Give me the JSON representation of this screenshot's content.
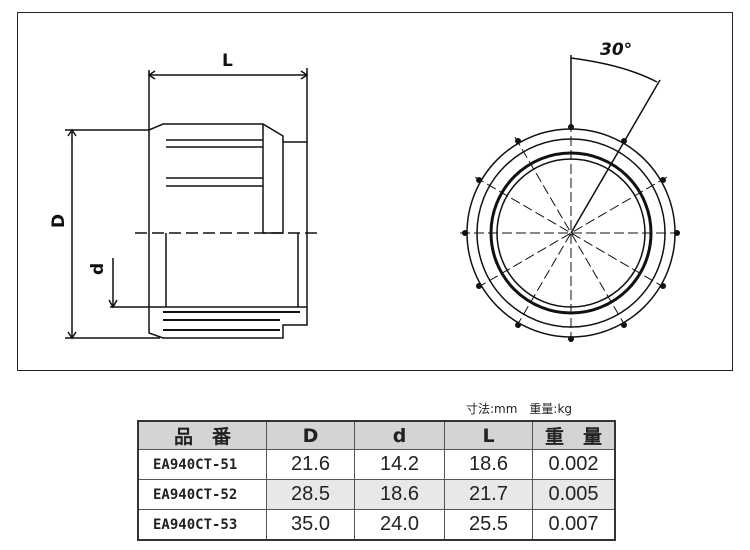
{
  "drawing": {
    "label_L": "L",
    "label_D": "D",
    "label_d": "d",
    "angle": "30°"
  },
  "units": "寸法:mm　重量:kg",
  "table": {
    "headers": [
      "品　番",
      "D",
      "d",
      "L",
      "重　量"
    ],
    "rows": [
      [
        "EA940CT-51",
        "21.6",
        "14.2",
        "18.6",
        "0.002"
      ],
      [
        "EA940CT-52",
        "28.5",
        "18.6",
        "21.7",
        "0.005"
      ],
      [
        "EA940CT-53",
        "35.0",
        "24.0",
        "25.5",
        "0.007"
      ]
    ]
  }
}
